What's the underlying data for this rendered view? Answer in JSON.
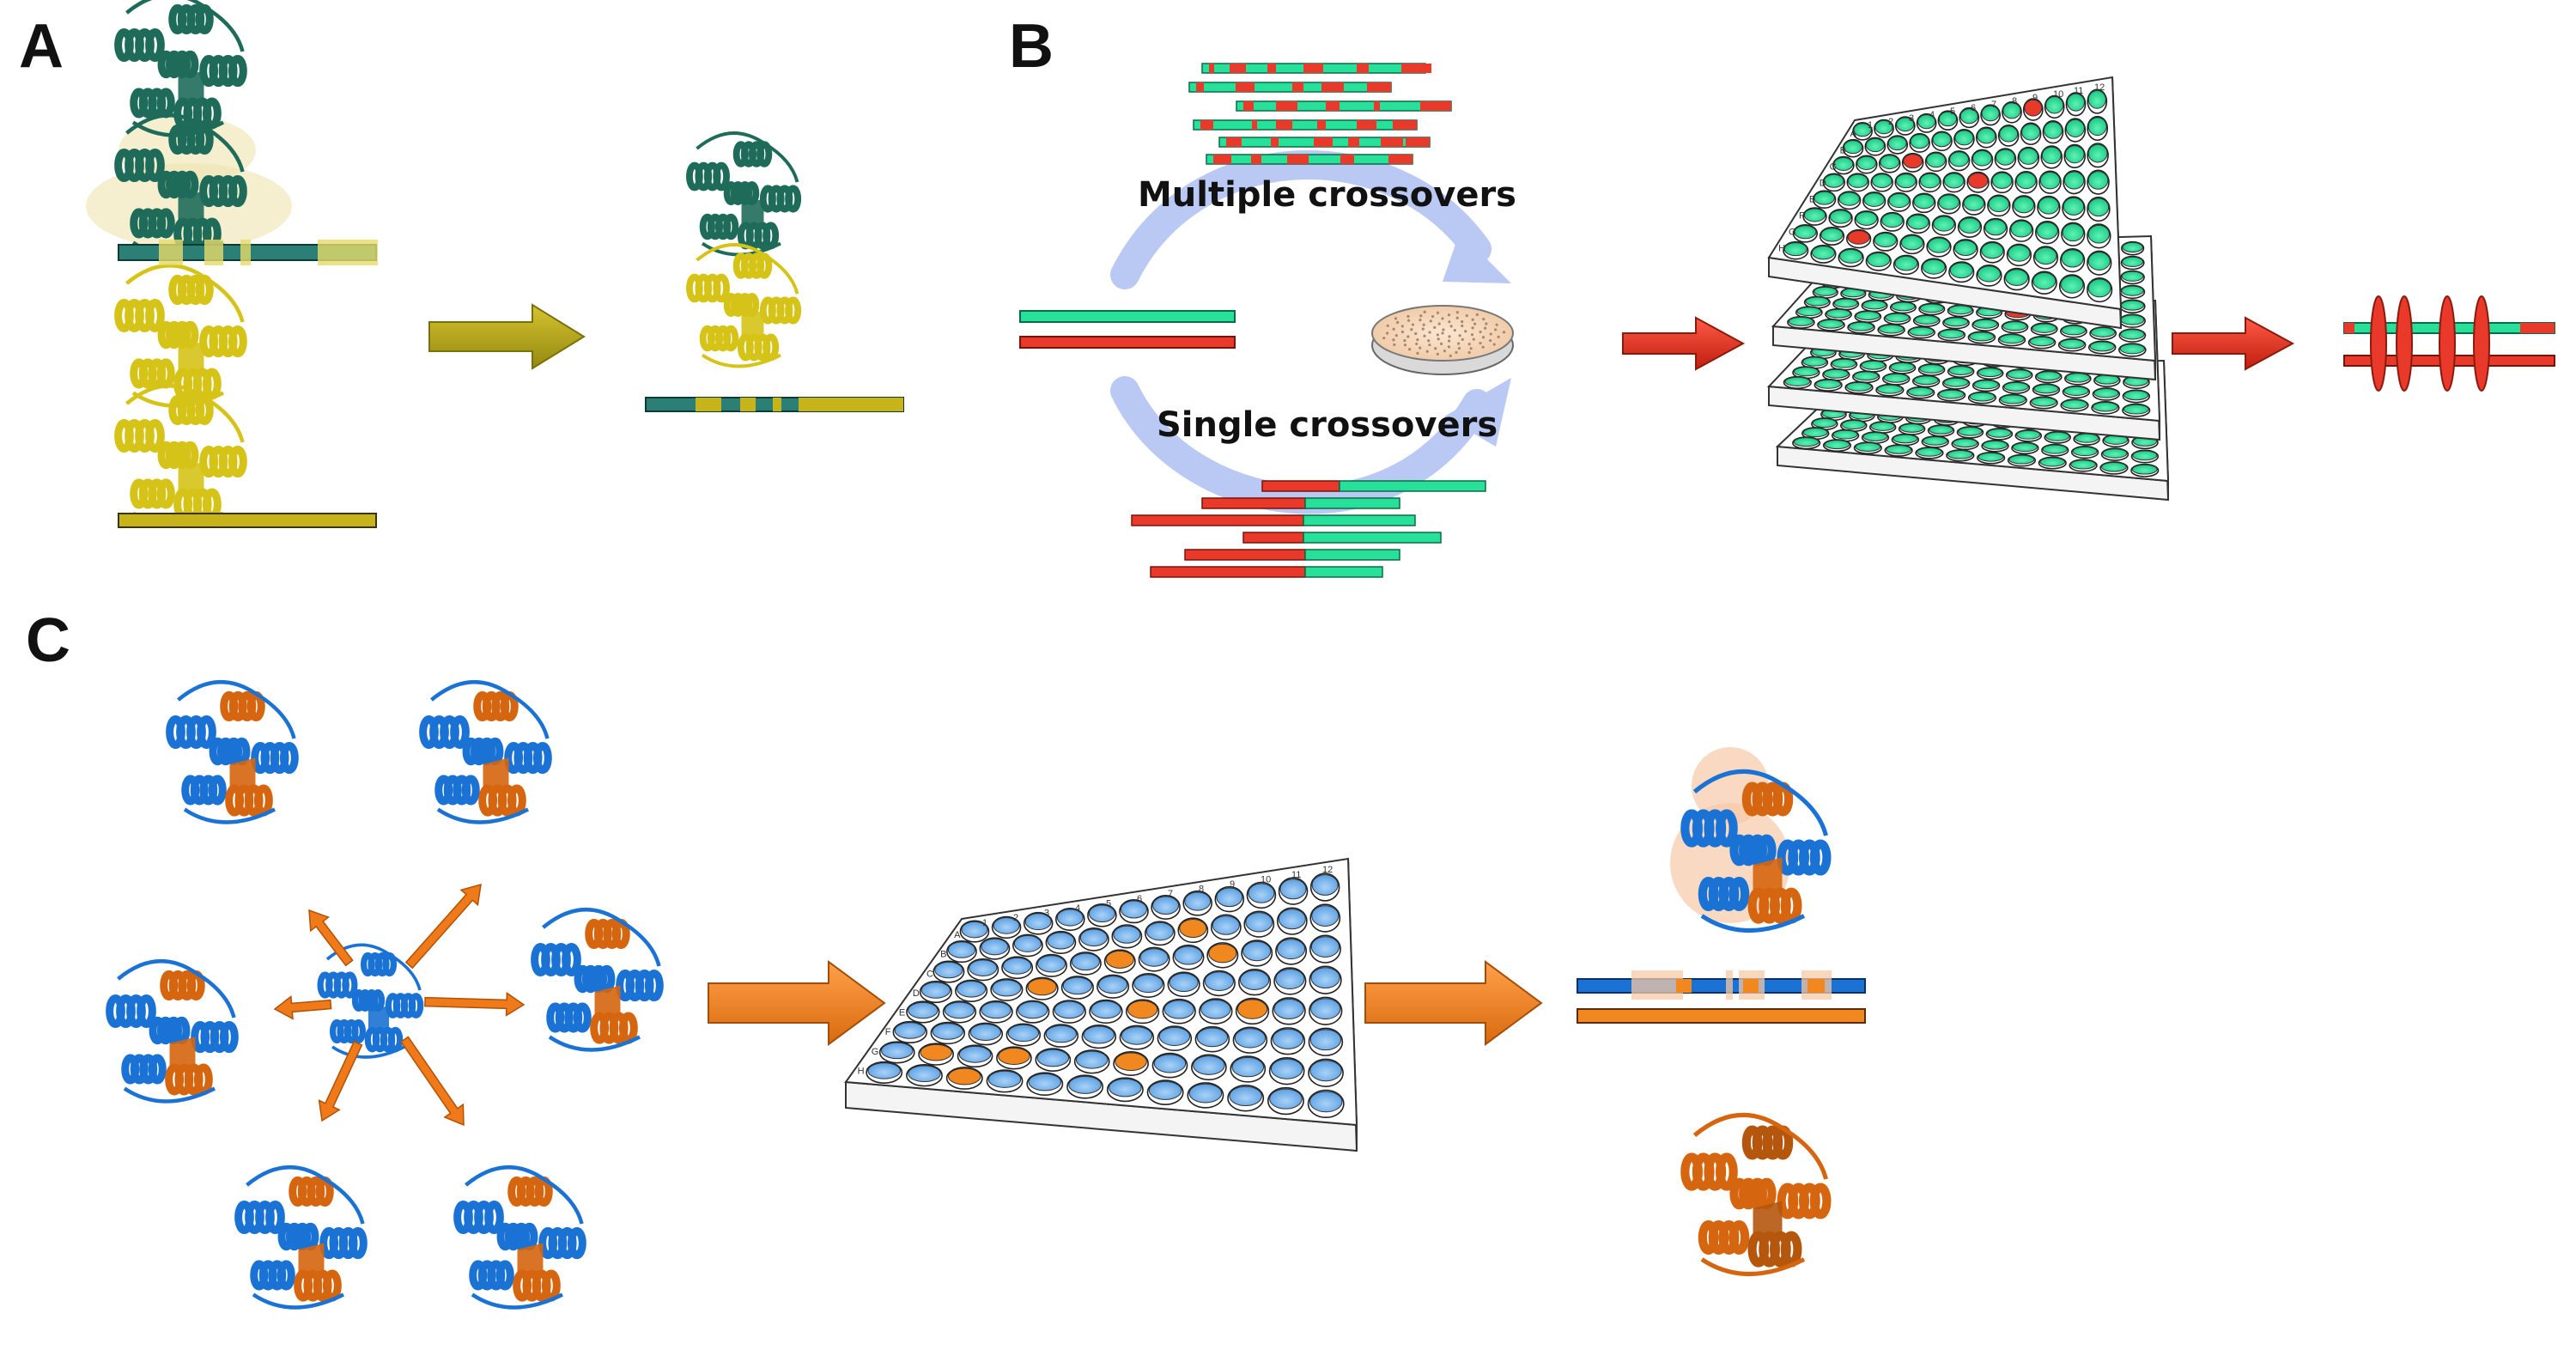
{
  "panels": {
    "a": {
      "letter": "A"
    },
    "b": {
      "letter": "B",
      "multiple_label": "Multiple crossovers",
      "single_label": "Single crossovers"
    },
    "c": {
      "letter": "C"
    }
  },
  "plate_columns": [
    "1",
    "2",
    "3",
    "4",
    "5",
    "6",
    "7",
    "8",
    "9",
    "10",
    "11",
    "12"
  ],
  "plate_rows": [
    "A",
    "B",
    "C",
    "D",
    "E",
    "F",
    "G",
    "H"
  ],
  "colors": {
    "dark_teal": "#1f6b5a",
    "teal_bar": "#2b7f74",
    "yellow": "#e2cf1c",
    "olive_bar": "#c6b41a",
    "olive_arrow": "#b3a414",
    "green": "#27e09a",
    "red": "#e8392a",
    "light_blue_arrow": "#b9c9f3",
    "petri": "#f6d8bd",
    "blue": "#1a72d4",
    "light_blue_well": "#7fb6ec",
    "orange": "#f0871f",
    "dark_orange": "#d5650f"
  },
  "icons": {
    "protein": "protein-structure-icon",
    "arrow": "block-arrow-icon",
    "petri": "petri-dish-icon",
    "plate": "well-plate-icon"
  }
}
